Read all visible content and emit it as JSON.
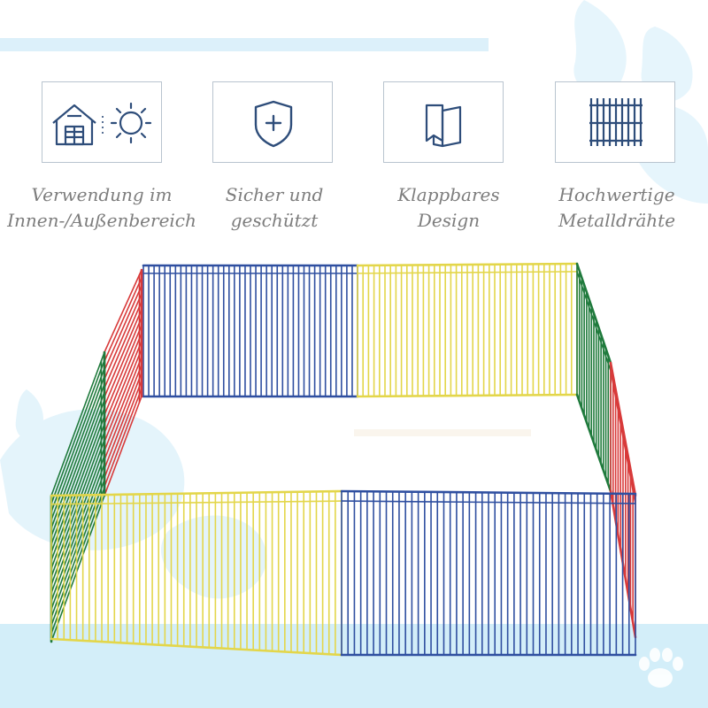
{
  "features": [
    {
      "icon": "house-sun-icon",
      "line1": "Verwendung im",
      "line2": "Innen-/Außenbereich"
    },
    {
      "icon": "shield-plus-icon",
      "line1": "Sicher und",
      "line2": "geschützt"
    },
    {
      "icon": "folding-panels-icon",
      "line1": "Klappbares",
      "line2": "Design"
    },
    {
      "icon": "metal-grid-icon",
      "line1": "Hochwertige",
      "line2": "Metalldrähte"
    }
  ],
  "colors": {
    "icon_stroke": "#2e4d7a",
    "caption_text": "#7d7d7d",
    "accent_light_blue": "#dcf0fa",
    "floor_blue": "#d3eef9",
    "panel_blue": "#2f4fa0",
    "panel_yellow": "#e3d64a",
    "panel_red": "#d83a3a",
    "panel_green": "#1f7a3c"
  },
  "product": {
    "name": "pet-playpen",
    "panel_count": 8
  }
}
